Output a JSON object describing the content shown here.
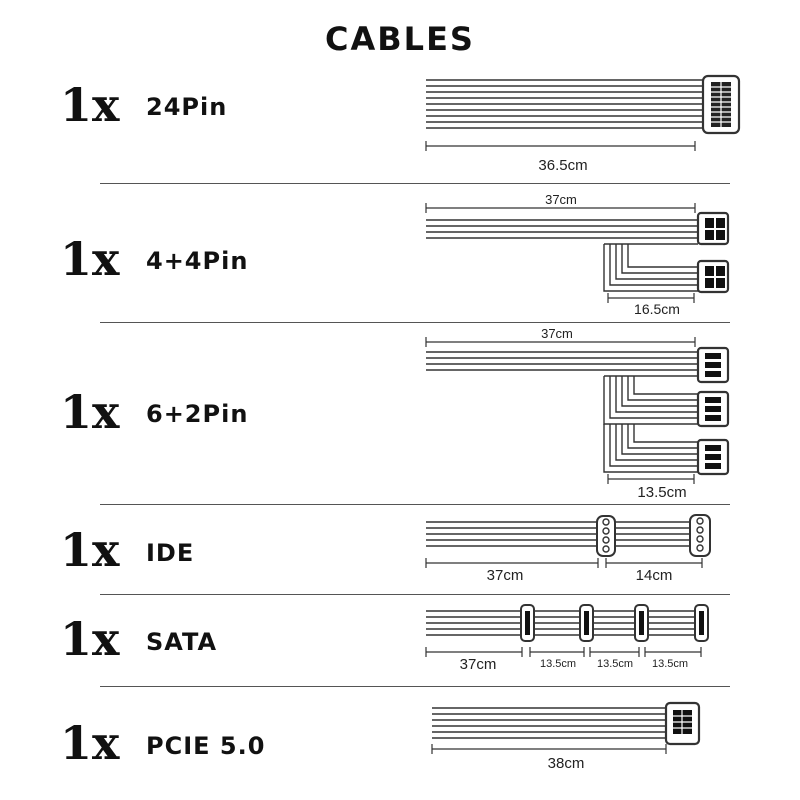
{
  "title": "CABLES",
  "rows": [
    {
      "qty": "1x",
      "name": "24Pin",
      "lengths": [
        "36.5cm"
      ]
    },
    {
      "qty": "1x",
      "name": "4+4Pin",
      "lengths": [
        "37cm",
        "16.5cm"
      ]
    },
    {
      "qty": "1x",
      "name": "6+2Pin",
      "lengths": [
        "37cm",
        "13.5cm"
      ]
    },
    {
      "qty": "1x",
      "name": "IDE",
      "lengths": [
        "37cm",
        "14cm"
      ]
    },
    {
      "qty": "1x",
      "name": "SATA",
      "lengths": [
        "37cm",
        "13.5cm",
        "13.5cm",
        "13.5cm"
      ]
    },
    {
      "qty": "1x",
      "name": "PCIE 5.0",
      "lengths": [
        "38cm"
      ]
    }
  ]
}
